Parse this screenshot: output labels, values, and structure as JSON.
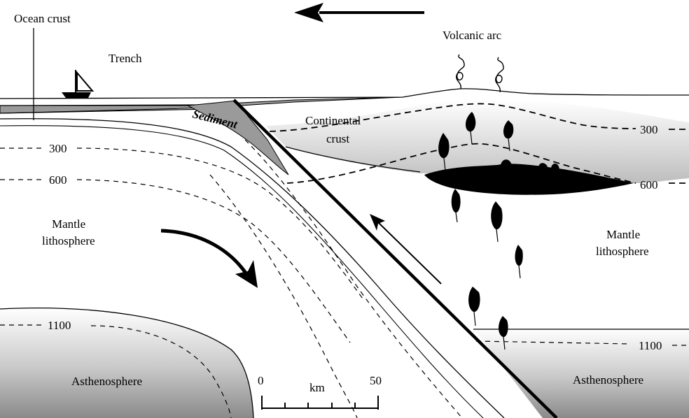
{
  "labels": {
    "ocean_crust": "Ocean crust",
    "trench": "Trench",
    "volcanic_arc": "Volcanic arc",
    "sediment": "Sediment",
    "continental_crust_1": "Continental",
    "continental_crust_2": "crust",
    "mantle_lithosphere_left_1": "Mantle",
    "mantle_lithosphere_left_2": "lithosphere",
    "mantle_lithosphere_right_1": "Mantle",
    "mantle_lithosphere_right_2": "lithosphere",
    "asthenosphere_left": "Asthenosphere",
    "asthenosphere_right": "Asthenosphere"
  },
  "isotherms": {
    "left_300": "300",
    "left_600": "600",
    "left_1100": "1100",
    "right_300": "300",
    "right_600": "600",
    "right_1100": "1100"
  },
  "scale_bar": {
    "start": "0",
    "end": "50",
    "unit": "km"
  },
  "colors": {
    "ink": "#000000",
    "sediment_grey": "#9a9a9a",
    "crust_grey": "#cfcfcf",
    "background": "#ffffff"
  }
}
